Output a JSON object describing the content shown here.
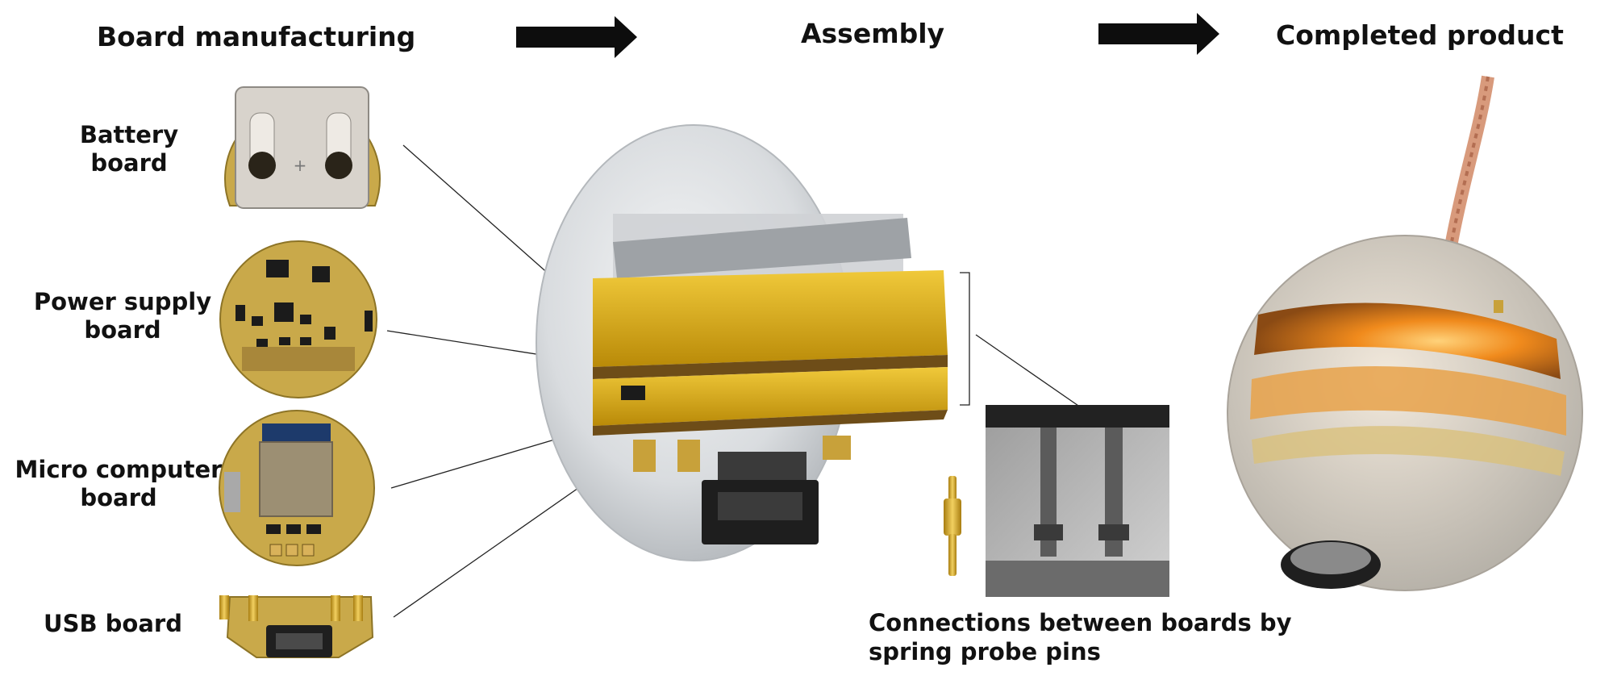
{
  "headers": {
    "board_manufacturing": "Board manufacturing",
    "assembly": "Assembly",
    "completed_product": "Completed product"
  },
  "boards": [
    {
      "label_line1": "Battery",
      "label_line2": "board"
    },
    {
      "label_line1": "Power supply",
      "label_line2": "board"
    },
    {
      "label_line1": "Micro computer",
      "label_line2": "board"
    },
    {
      "label_line1": "USB board",
      "label_line2": ""
    }
  ],
  "caption": {
    "line1": "Connections between boards by",
    "line2": "spring probe pins"
  },
  "colors": {
    "arrow": "#0d0d0d",
    "pcb": "#c9a94a",
    "kapton": "#e2b40f",
    "resin": "#dcdfe2",
    "glow": "#f08a1c",
    "copper_cable": "#d89a7c"
  }
}
